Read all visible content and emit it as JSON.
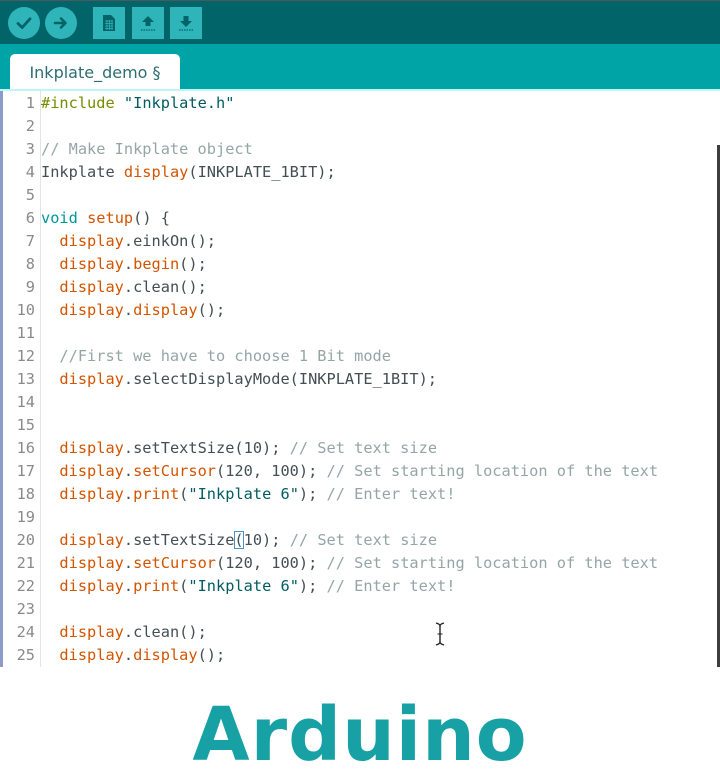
{
  "colors": {
    "toolbar_bg": "#006468",
    "tabbar_bg": "#00a3a6",
    "button_bg": "#2fb5b9",
    "brand": "#17a1a5",
    "syntax_function": "#d35400",
    "syntax_type": "#00979c",
    "syntax_preprocessor": "#728e00",
    "syntax_string": "#005c5f",
    "syntax_comment": "#95a5a6"
  },
  "toolbar": {
    "buttons": [
      {
        "name": "verify",
        "icon": "check-icon"
      },
      {
        "name": "upload",
        "icon": "arrow-right-icon"
      },
      {
        "name": "new",
        "icon": "new-file-icon"
      },
      {
        "name": "open",
        "icon": "arrow-up-icon"
      },
      {
        "name": "save",
        "icon": "arrow-down-icon"
      }
    ]
  },
  "tabs": [
    {
      "label": "Inkplate_demo §",
      "active": true
    }
  ],
  "editor": {
    "lines": [
      {
        "n": "1",
        "tokens": [
          [
            "pre",
            "#include"
          ],
          [
            "plain",
            " "
          ],
          [
            "str",
            "\"Inkplate.h\""
          ]
        ]
      },
      {
        "n": "2",
        "tokens": []
      },
      {
        "n": "3",
        "tokens": [
          [
            "cm",
            "// Make Inkplate object"
          ]
        ]
      },
      {
        "n": "4",
        "tokens": [
          [
            "plain",
            "Inkplate "
          ],
          [
            "fn",
            "display"
          ],
          [
            "plain",
            "(INKPLATE_1BIT);"
          ]
        ]
      },
      {
        "n": "5",
        "tokens": []
      },
      {
        "n": "6",
        "tokens": [
          [
            "type",
            "void"
          ],
          [
            "plain",
            " "
          ],
          [
            "fn",
            "setup"
          ],
          [
            "plain",
            "() {"
          ]
        ]
      },
      {
        "n": "7",
        "tokens": [
          [
            "plain",
            "  "
          ],
          [
            "fn",
            "display"
          ],
          [
            "plain",
            ".einkOn();"
          ]
        ]
      },
      {
        "n": "8",
        "tokens": [
          [
            "plain",
            "  "
          ],
          [
            "fn",
            "display"
          ],
          [
            "plain",
            "."
          ],
          [
            "fn",
            "begin"
          ],
          [
            "plain",
            "();"
          ]
        ]
      },
      {
        "n": "9",
        "tokens": [
          [
            "plain",
            "  "
          ],
          [
            "fn",
            "display"
          ],
          [
            "plain",
            ".clean();"
          ]
        ]
      },
      {
        "n": "10",
        "tokens": [
          [
            "plain",
            "  "
          ],
          [
            "fn",
            "display"
          ],
          [
            "plain",
            "."
          ],
          [
            "fn",
            "display"
          ],
          [
            "plain",
            "();"
          ]
        ]
      },
      {
        "n": "11",
        "tokens": []
      },
      {
        "n": "12",
        "tokens": [
          [
            "plain",
            "  "
          ],
          [
            "cm",
            "//First we have to choose 1 Bit mode"
          ]
        ]
      },
      {
        "n": "13",
        "tokens": [
          [
            "plain",
            "  "
          ],
          [
            "fn",
            "display"
          ],
          [
            "plain",
            ".selectDisplayMode(INKPLATE_1BIT);"
          ]
        ]
      },
      {
        "n": "14",
        "tokens": []
      },
      {
        "n": "15",
        "tokens": []
      },
      {
        "n": "16",
        "tokens": [
          [
            "plain",
            "  "
          ],
          [
            "fn",
            "display"
          ],
          [
            "plain",
            ".setTextSize(10); "
          ],
          [
            "cm",
            "// Set text size"
          ]
        ]
      },
      {
        "n": "17",
        "tokens": [
          [
            "plain",
            "  "
          ],
          [
            "fn",
            "display"
          ],
          [
            "plain",
            "."
          ],
          [
            "fn",
            "setCursor"
          ],
          [
            "plain",
            "(120, 100); "
          ],
          [
            "cm",
            "// Set starting location of the text"
          ]
        ]
      },
      {
        "n": "18",
        "tokens": [
          [
            "plain",
            "  "
          ],
          [
            "fn",
            "display"
          ],
          [
            "plain",
            "."
          ],
          [
            "fn",
            "print"
          ],
          [
            "plain",
            "("
          ],
          [
            "str",
            "\"Inkplate 6\""
          ],
          [
            "plain",
            "); "
          ],
          [
            "cm",
            "// Enter text!"
          ]
        ]
      },
      {
        "n": "19",
        "tokens": []
      },
      {
        "n": "20",
        "tokens": [
          [
            "plain",
            "  "
          ],
          [
            "fn",
            "display"
          ],
          [
            "plain",
            ".setTextSize"
          ],
          [
            "hl",
            "("
          ],
          [
            "plain",
            "10); "
          ],
          [
            "cm",
            "// Set text size"
          ]
        ]
      },
      {
        "n": "21",
        "tokens": [
          [
            "plain",
            "  "
          ],
          [
            "fn",
            "display"
          ],
          [
            "plain",
            "."
          ],
          [
            "fn",
            "setCursor"
          ],
          [
            "plain",
            "(120, 100); "
          ],
          [
            "cm",
            "// Set starting location of the text"
          ]
        ]
      },
      {
        "n": "22",
        "tokens": [
          [
            "plain",
            "  "
          ],
          [
            "fn",
            "display"
          ],
          [
            "plain",
            "."
          ],
          [
            "fn",
            "print"
          ],
          [
            "plain",
            "("
          ],
          [
            "str",
            "\"Inkplate 6\""
          ],
          [
            "plain",
            "); "
          ],
          [
            "cm",
            "// Enter text!"
          ]
        ]
      },
      {
        "n": "23",
        "tokens": []
      },
      {
        "n": "24",
        "tokens": [
          [
            "plain",
            "  "
          ],
          [
            "fn",
            "display"
          ],
          [
            "plain",
            ".clean();"
          ]
        ]
      },
      {
        "n": "25",
        "tokens": [
          [
            "plain",
            "  "
          ],
          [
            "fn",
            "display"
          ],
          [
            "plain",
            "."
          ],
          [
            "fn",
            "display"
          ],
          [
            "plain",
            "();"
          ]
        ]
      }
    ]
  },
  "caption": {
    "text": "Arduino"
  }
}
